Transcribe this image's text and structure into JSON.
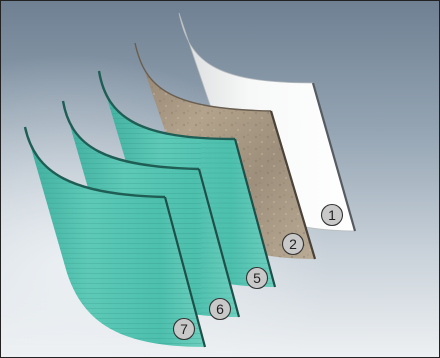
{
  "colors": {
    "background_top": "#6f8193",
    "background_bottom": "#e9edf0",
    "sheet_white": "#f7f8f8",
    "sheet_stone": "#a99a84",
    "sheet_teal": "#56c4b2",
    "marker_fill": "#c9c9c9"
  },
  "layers": [
    {
      "number": "1",
      "material": "white-panel"
    },
    {
      "number": "2",
      "material": "stone-panel"
    },
    {
      "number": "5",
      "material": "teal-panel"
    },
    {
      "number": "6",
      "material": "teal-panel"
    },
    {
      "number": "7",
      "material": "teal-panel"
    }
  ]
}
